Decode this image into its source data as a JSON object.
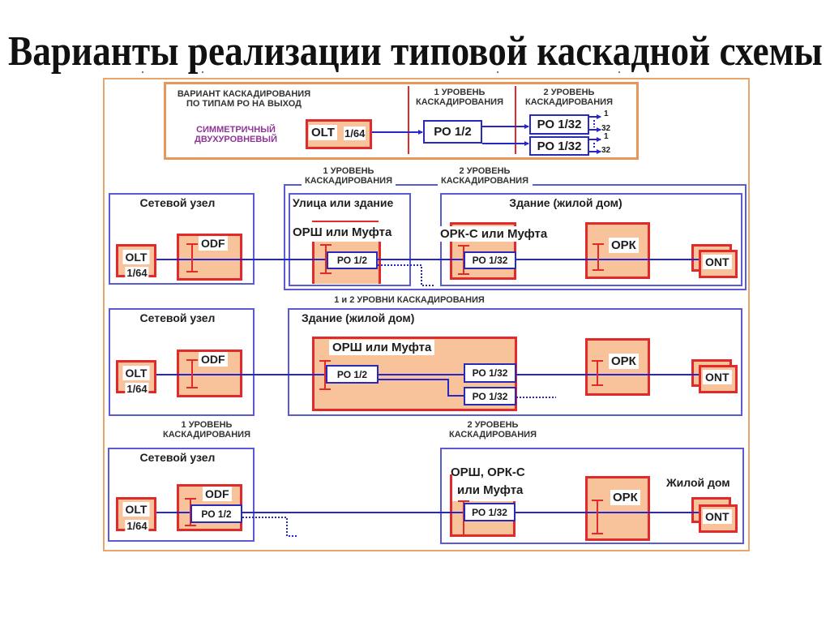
{
  "title": "Варианты реализации типовой каскадной схемы",
  "legend": {
    "heading": [
      "ВАРИАНТ КАСКАДИРОВАНИЯ",
      "ПО ТИПАМ РО НА ВЫХОД"
    ],
    "variant": [
      "СИММЕТРИЧНЫЙ",
      "ДВУХУРОВНЕВЫЙ"
    ],
    "olt": "OLT",
    "olt_ports": "1/64",
    "level1": [
      "1 УРОВЕНЬ",
      "КАСКАДИРОВАНИЯ"
    ],
    "level2": [
      "2 УРОВЕНЬ",
      "КАСКАДИРОВАНИЯ"
    ],
    "splitter_level1": "РО 1/2",
    "splitters_level2": [
      "РО 1/32",
      "РО 1/32"
    ],
    "output_first": "1",
    "output_last": "32"
  },
  "scheme1": {
    "level1_label": [
      "1 УРОВЕНЬ",
      "КАСКАДИРОВАНИЯ"
    ],
    "level2_label": [
      "2 УРОВЕНЬ",
      "КАСКАДИРОВАНИЯ"
    ],
    "network_node": {
      "title": "Сетевой узел",
      "olt": "OLT",
      "olt_ports": "1/64",
      "odf": "ODF"
    },
    "street": {
      "title": "Улица или здание",
      "cabinet": "ОРШ или Муфта",
      "splitter": "РО 1/2"
    },
    "building": {
      "title": "Здание (жилой дом)",
      "cabinet": "ОРК-С или Муфта",
      "splitter": "РО 1/32",
      "box": "ОРК",
      "ont": "ONT"
    }
  },
  "scheme2": {
    "levels_label": "1 и 2 УРОВНИ КАСКАДИРОВАНИЯ",
    "network_node": {
      "title": "Сетевой узел",
      "olt": "OLT",
      "olt_ports": "1/64",
      "odf": "ODF"
    },
    "building": {
      "title": "Здание (жилой дом)",
      "cabinet": "ОРШ или Муфта",
      "splitter_level1": "РО 1/2",
      "splitters_level2": [
        "РО 1/32",
        "РО 1/32"
      ],
      "box": "ОРК",
      "ont": "ONT"
    }
  },
  "scheme3": {
    "level1_label": [
      "1 УРОВЕНЬ",
      "КАСКАДИРОВАНИЯ"
    ],
    "level2_label": [
      "2 УРОВЕНЬ",
      "КАСКАДИРОВАНИЯ"
    ],
    "network_node": {
      "title": "Сетевой узел",
      "olt": "OLT",
      "olt_ports": "1/64",
      "odf": "ODF",
      "splitter": "РО 1/2"
    },
    "building": {
      "cabinet": [
        "ОРШ, ОРК-С",
        "или Муфта"
      ],
      "splitter": "РО 1/32",
      "box": "ОРК",
      "title": "Жилой дом",
      "ont": "ONT"
    }
  },
  "colors": {
    "equipment_border": "#e22a2a",
    "equipment_fill": "#f8c39a",
    "link": "#2626c9",
    "frame": "#5a5ad2",
    "splitter_border": "#2a2ab8",
    "outer_frame": "#e9a66c",
    "legend_frame": "#e8975a",
    "variant_text": "#8e3596"
  }
}
